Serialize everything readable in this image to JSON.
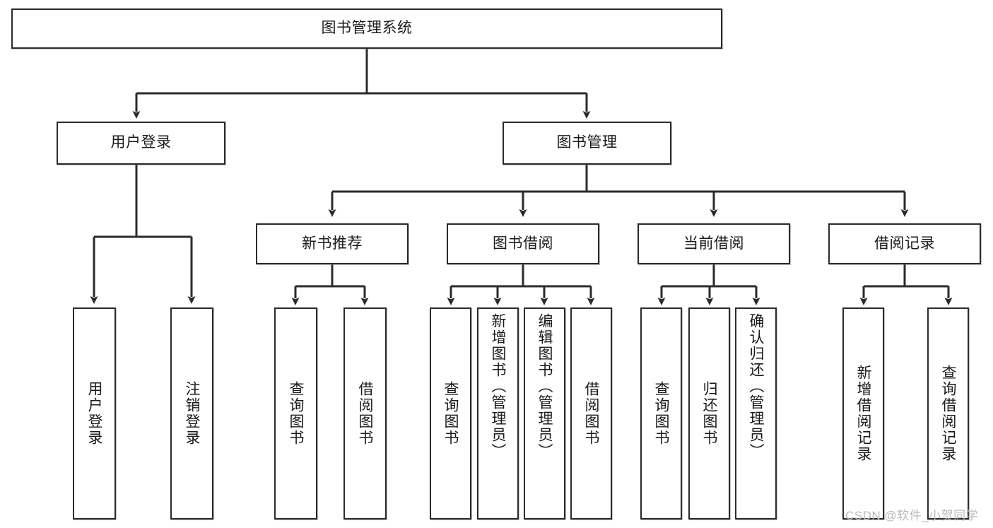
{
  "diagram": {
    "type": "tree-hierarchy",
    "title": "图书管理系统",
    "orientation": "top-down",
    "colors": {
      "box_border": "#2b2b2b",
      "box_fill": "#ffffff",
      "connector": "#2b2b2b",
      "watermark": "#b9b9b9"
    },
    "root": {
      "label": "图书管理系统"
    },
    "level2": [
      {
        "id": "user-login",
        "label": "用户登录"
      },
      {
        "id": "book-management",
        "label": "图书管理"
      }
    ],
    "level3": [
      {
        "id": "new-book-recommend",
        "label": "新书推荐",
        "parent": "book-management"
      },
      {
        "id": "book-borrow",
        "label": "图书借阅",
        "parent": "book-management"
      },
      {
        "id": "current-borrow",
        "label": "当前借阅",
        "parent": "book-management"
      },
      {
        "id": "borrow-record",
        "label": "借阅记录",
        "parent": "book-management"
      }
    ],
    "leaves": [
      {
        "id": "leaf-user-login",
        "label": "用户登录",
        "parent": "user-login"
      },
      {
        "id": "leaf-logout-login",
        "label": "注销登录",
        "parent": "user-login"
      },
      {
        "id": "leaf-query-book-1",
        "label": "查询图书",
        "parent": "new-book-recommend"
      },
      {
        "id": "leaf-borrow-book-1",
        "label": "借阅图书",
        "parent": "new-book-recommend"
      },
      {
        "id": "leaf-query-book-2",
        "label": "查询图书",
        "parent": "book-borrow"
      },
      {
        "id": "leaf-add-book",
        "label": "新增图书（管理员）",
        "parent": "book-borrow"
      },
      {
        "id": "leaf-edit-book",
        "label": "编辑图书（管理员）",
        "parent": "book-borrow"
      },
      {
        "id": "leaf-borrow-book-2",
        "label": "借阅图书",
        "parent": "book-borrow"
      },
      {
        "id": "leaf-query-book-3",
        "label": "查询图书",
        "parent": "current-borrow"
      },
      {
        "id": "leaf-return-book",
        "label": "归还图书",
        "parent": "current-borrow"
      },
      {
        "id": "leaf-confirm-return",
        "label": "确认归还（管理员）",
        "parent": "current-borrow"
      },
      {
        "id": "leaf-add-record",
        "label": "新增借阅记录",
        "parent": "borrow-record"
      },
      {
        "id": "leaf-query-record",
        "label": "查询借阅记录",
        "parent": "borrow-record"
      }
    ],
    "watermark": "CSDN @软件_小贺同学"
  }
}
